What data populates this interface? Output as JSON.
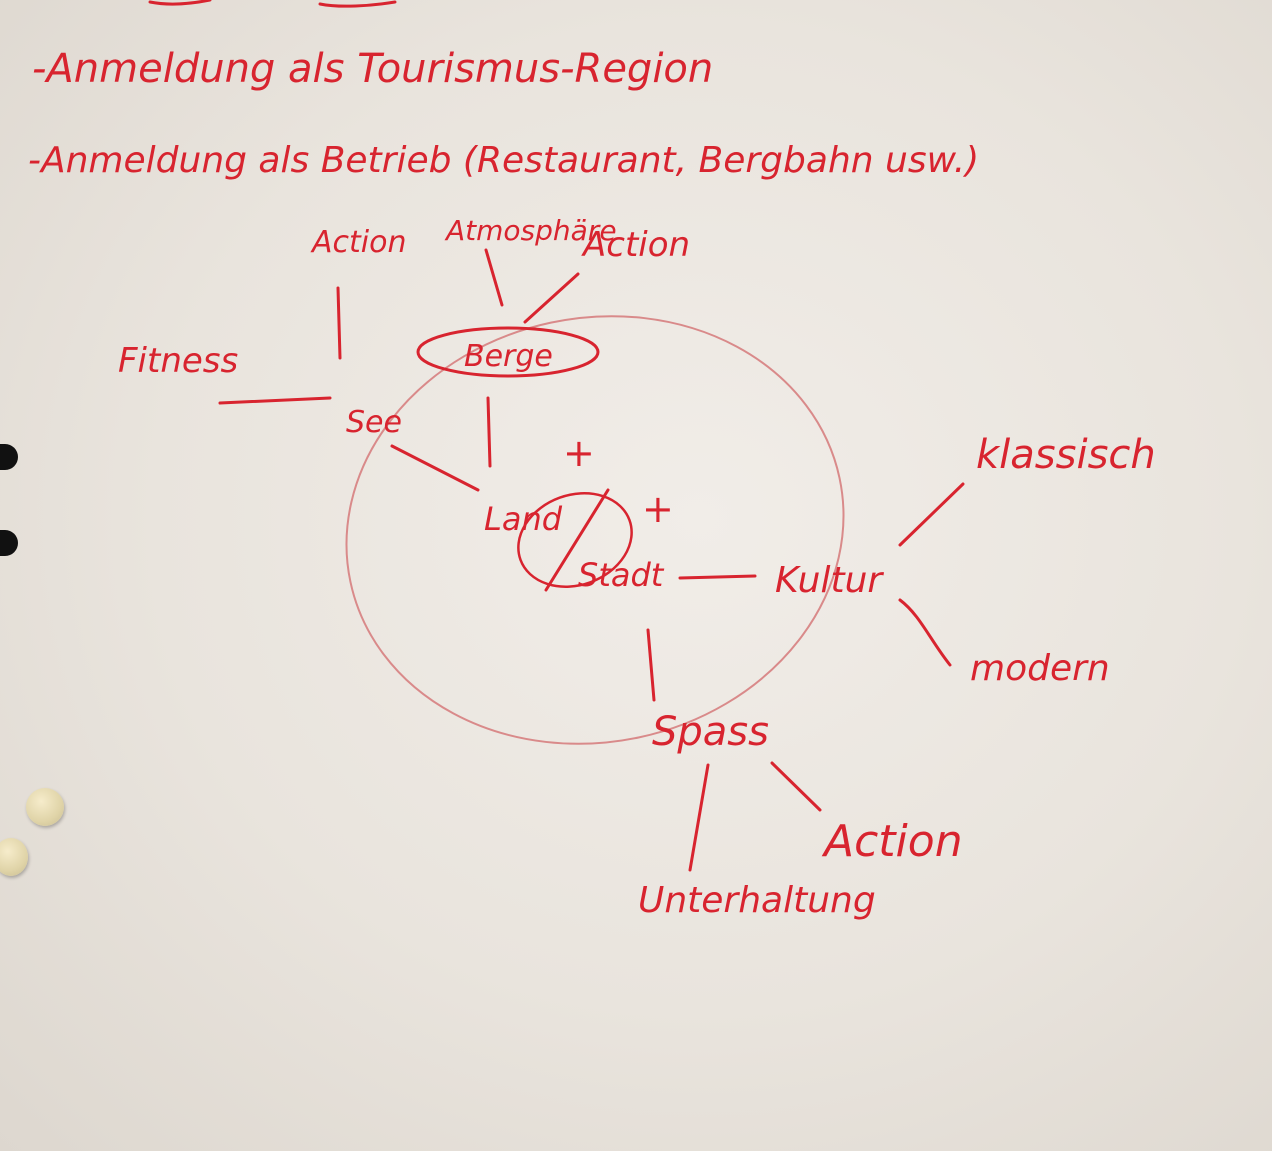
{
  "colors": {
    "marker": "#d8242f",
    "ellipse": "#d98a8a",
    "board": "#ebe6df"
  },
  "top_notes": [
    "-Anmeldung als Tourismus-Region",
    "-Anmeldung als Betrieb (Restaurant, Bergbahn usw.)"
  ],
  "nodes": {
    "berge": "Berge",
    "see": "See",
    "land": "Land",
    "stadt": "Stadt",
    "kultur": "Kultur",
    "spass": "Spass",
    "action_left": "Action",
    "atmosphere": "Atmosphäre",
    "action_top": "Action",
    "fitness": "Fitness",
    "klassisch": "klassisch",
    "modern": "modern",
    "action_bottom": "Action",
    "unterhaltung": "Unterhaltung"
  },
  "plus_marks": [
    "+",
    "+"
  ]
}
